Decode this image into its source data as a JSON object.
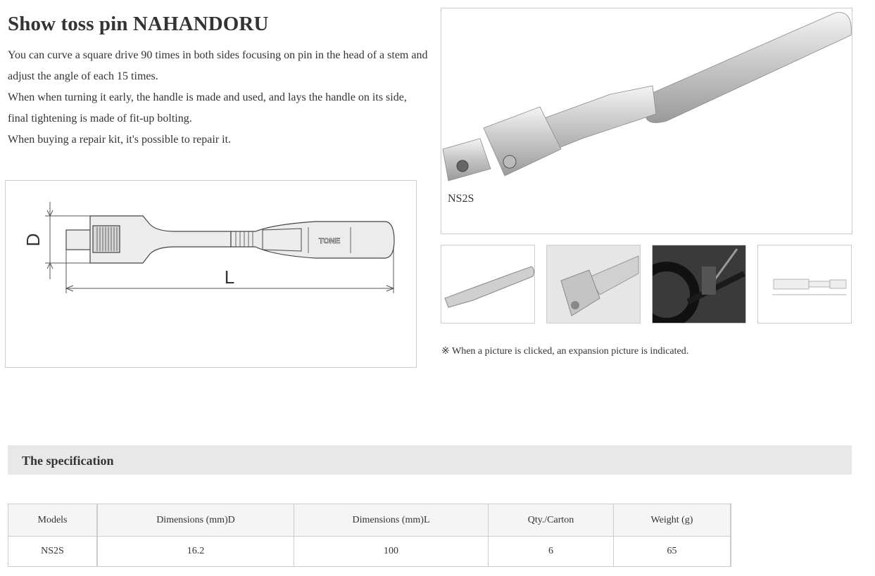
{
  "product": {
    "title": "Show toss pin NAHANDORU",
    "description": [
      "You can curve a square drive 90 times in both sides focusing on pin in the head of a stem and adjust the angle of each 15 times.",
      "When when turning it early, the handle is made and used, and lays the handle on its side, final tightening is made of fit-up bolting.",
      "When buying a repair kit, it's possible to repair it."
    ]
  },
  "diagram": {
    "label_d": "D",
    "label_l": "L",
    "brand": "TONE"
  },
  "main_photo": {
    "caption": "NS2S"
  },
  "thumbnails": [
    {
      "alt": "ratchet-handle-angled"
    },
    {
      "alt": "pin-head-closeup"
    },
    {
      "alt": "motorcycle-usage"
    },
    {
      "alt": "dimension-drawing"
    }
  ],
  "note": "※ When a picture is clicked, an expansion picture is indicated.",
  "spec": {
    "heading": "The specification",
    "columns": [
      "Models",
      "Dimensions (mm)D",
      "Dimensions (mm)L",
      "Qty./Carton",
      "Weight (g)"
    ],
    "rows": [
      [
        "NS2S",
        "16.2",
        "100",
        "6",
        "65"
      ]
    ]
  }
}
